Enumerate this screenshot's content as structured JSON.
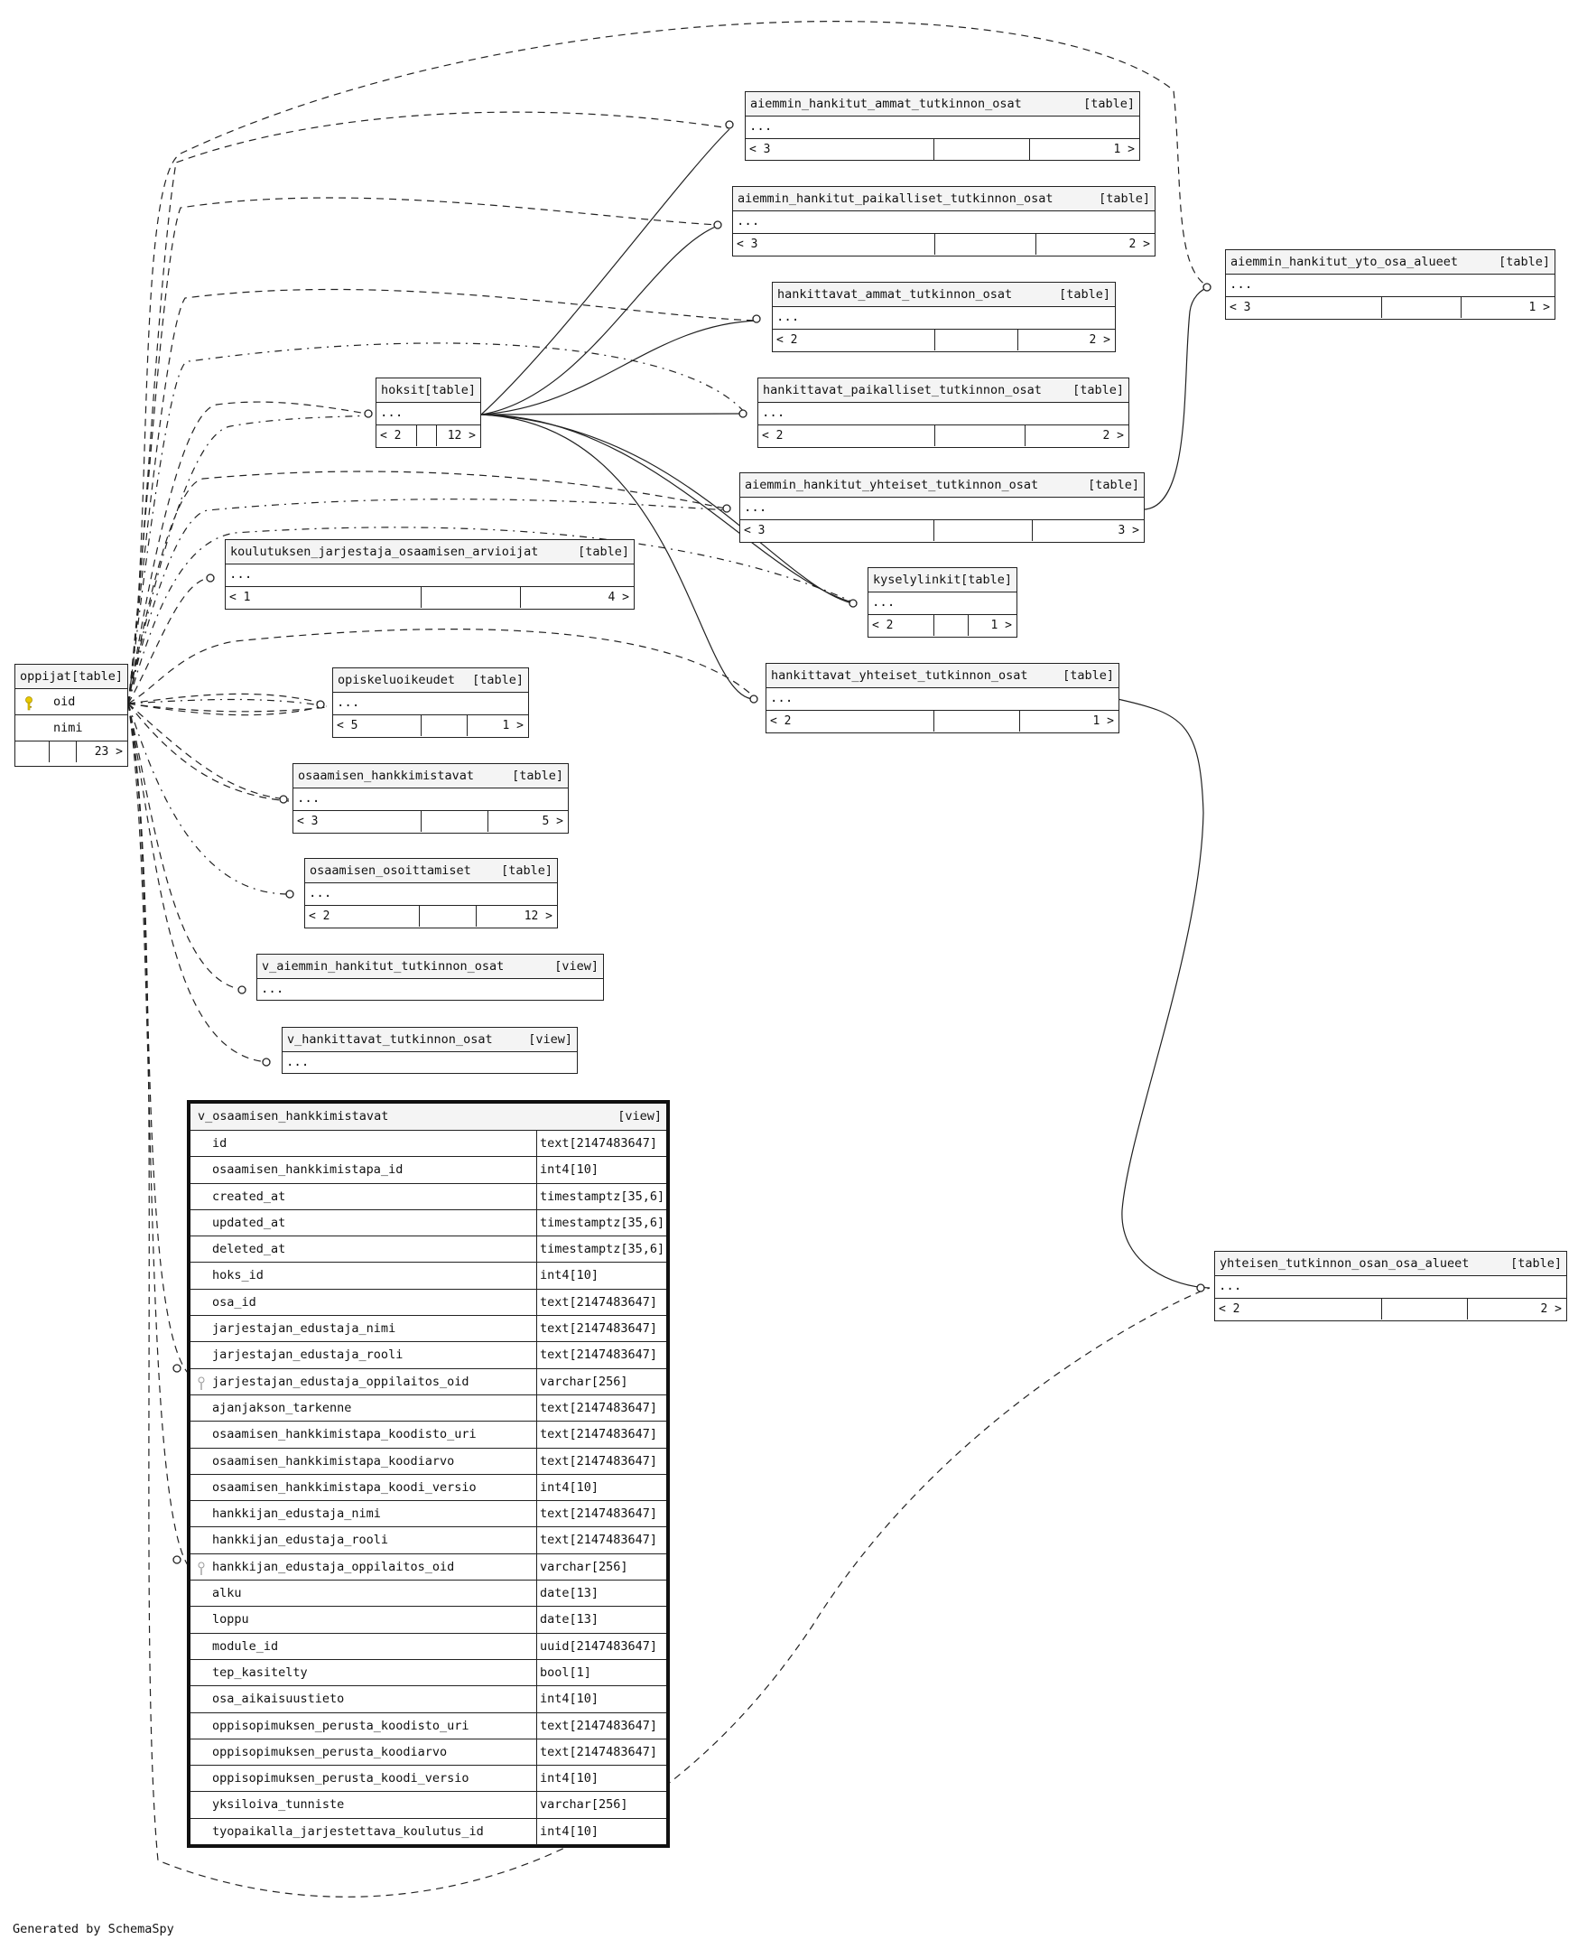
{
  "footer": "Generated by SchemaSpy",
  "entities": {
    "oppijat": {
      "name": "oppijat",
      "kind": "[table]",
      "columns": [
        "oid",
        "nimi"
      ],
      "nav_right": "23 >"
    },
    "hoksit": {
      "name": "hoksit",
      "kind": "[table]",
      "dots": "...",
      "nav_left": "< 2",
      "nav_right": "12 >"
    },
    "aiemmin_hankitut_ammat_tutkinnon_osat": {
      "name": "aiemmin_hankitut_ammat_tutkinnon_osat",
      "kind": "[table]",
      "dots": "...",
      "nav_left": "< 3",
      "nav_right": "1 >"
    },
    "aiemmin_hankitut_paikalliset_tutkinnon_osat": {
      "name": "aiemmin_hankitut_paikalliset_tutkinnon_osat",
      "kind": "[table]",
      "dots": "...",
      "nav_left": "< 3",
      "nav_right": "2 >"
    },
    "hankittavat_ammat_tutkinnon_osat": {
      "name": "hankittavat_ammat_tutkinnon_osat",
      "kind": "[table]",
      "dots": "...",
      "nav_left": "< 2",
      "nav_right": "2 >"
    },
    "hankittavat_paikalliset_tutkinnon_osat": {
      "name": "hankittavat_paikalliset_tutkinnon_osat",
      "kind": "[table]",
      "dots": "...",
      "nav_left": "< 2",
      "nav_right": "2 >"
    },
    "aiemmin_hankitut_yhteiset_tutkinnon_osat": {
      "name": "aiemmin_hankitut_yhteiset_tutkinnon_osat",
      "kind": "[table]",
      "dots": "...",
      "nav_left": "< 3",
      "nav_right": "3 >"
    },
    "aiemmin_hankitut_yto_osa_alueet": {
      "name": "aiemmin_hankitut_yto_osa_alueet",
      "kind": "[table]",
      "dots": "...",
      "nav_left": "< 3",
      "nav_right": "1 >"
    },
    "kyselylinkit": {
      "name": "kyselylinkit",
      "kind": "[table]",
      "dots": "...",
      "nav_left": "< 2",
      "nav_right": "1 >"
    },
    "hankittavat_yhteiset_tutkinnon_osat": {
      "name": "hankittavat_yhteiset_tutkinnon_osat",
      "kind": "[table]",
      "dots": "...",
      "nav_left": "< 2",
      "nav_right": "1 >"
    },
    "koulutuksen_jarjestaja_osaamisen_arvioijat": {
      "name": "koulutuksen_jarjestaja_osaamisen_arvioijat",
      "kind": "[table]",
      "dots": "...",
      "nav_left": "< 1",
      "nav_right": "4 >"
    },
    "opiskeluoikeudet": {
      "name": "opiskeluoikeudet",
      "kind": "[table]",
      "dots": "...",
      "nav_left": "< 5",
      "nav_right": "1 >"
    },
    "osaamisen_hankkimistavat": {
      "name": "osaamisen_hankkimistavat",
      "kind": "[table]",
      "dots": "...",
      "nav_left": "< 3",
      "nav_right": "5 >"
    },
    "osaamisen_osoittamiset": {
      "name": "osaamisen_osoittamiset",
      "kind": "[table]",
      "dots": "...",
      "nav_left": "< 2",
      "nav_right": "12 >"
    },
    "v_aiemmin_hankitut_tutkinnon_osat": {
      "name": "v_aiemmin_hankitut_tutkinnon_osat",
      "kind": "[view]",
      "dots": "..."
    },
    "v_hankittavat_tutkinnon_osat": {
      "name": "v_hankittavat_tutkinnon_osat",
      "kind": "[view]",
      "dots": "..."
    },
    "yhteisen_tutkinnon_osan_osa_alueet": {
      "name": "yhteisen_tutkinnon_osan_osa_alueet",
      "kind": "[table]",
      "dots": "...",
      "nav_left": "< 2",
      "nav_right": "2 >"
    }
  },
  "focus": {
    "name": "v_osaamisen_hankkimistavat",
    "kind": "[view]",
    "columns": [
      {
        "name": "id",
        "type": "text[2147483647]"
      },
      {
        "name": "osaamisen_hankkimistapa_id",
        "type": "int4[10]"
      },
      {
        "name": "created_at",
        "type": "timestamptz[35,6]"
      },
      {
        "name": "updated_at",
        "type": "timestamptz[35,6]"
      },
      {
        "name": "deleted_at",
        "type": "timestamptz[35,6]"
      },
      {
        "name": "hoks_id",
        "type": "int4[10]"
      },
      {
        "name": "osa_id",
        "type": "text[2147483647]"
      },
      {
        "name": "jarjestajan_edustaja_nimi",
        "type": "text[2147483647]"
      },
      {
        "name": "jarjestajan_edustaja_rooli",
        "type": "text[2147483647]"
      },
      {
        "name": "jarjestajan_edustaja_oppilaitos_oid",
        "type": "varchar[256]",
        "fk": true
      },
      {
        "name": "ajanjakson_tarkenne",
        "type": "text[2147483647]"
      },
      {
        "name": "osaamisen_hankkimistapa_koodisto_uri",
        "type": "text[2147483647]"
      },
      {
        "name": "osaamisen_hankkimistapa_koodiarvo",
        "type": "text[2147483647]"
      },
      {
        "name": "osaamisen_hankkimistapa_koodi_versio",
        "type": "int4[10]"
      },
      {
        "name": "hankkijan_edustaja_nimi",
        "type": "text[2147483647]"
      },
      {
        "name": "hankkijan_edustaja_rooli",
        "type": "text[2147483647]"
      },
      {
        "name": "hankkijan_edustaja_oppilaitos_oid",
        "type": "varchar[256]",
        "fk": true
      },
      {
        "name": "alku",
        "type": "date[13]"
      },
      {
        "name": "loppu",
        "type": "date[13]"
      },
      {
        "name": "module_id",
        "type": "uuid[2147483647]"
      },
      {
        "name": "tep_kasitelty",
        "type": "bool[1]"
      },
      {
        "name": "osa_aikaisuustieto",
        "type": "int4[10]"
      },
      {
        "name": "oppisopimuksen_perusta_koodisto_uri",
        "type": "text[2147483647]"
      },
      {
        "name": "oppisopimuksen_perusta_koodiarvo",
        "type": "text[2147483647]"
      },
      {
        "name": "oppisopimuksen_perusta_koodi_versio",
        "type": "int4[10]"
      },
      {
        "name": "yksiloiva_tunniste",
        "type": "varchar[256]"
      },
      {
        "name": "tyopaikalla_jarjestettava_koulutus_id",
        "type": "int4[10]"
      }
    ]
  },
  "icons": {
    "primary_key": "key-icon",
    "foreign_key": "foreign-key-icon"
  },
  "colors": {
    "primary_key": "#e8c800",
    "line": "#222222"
  }
}
